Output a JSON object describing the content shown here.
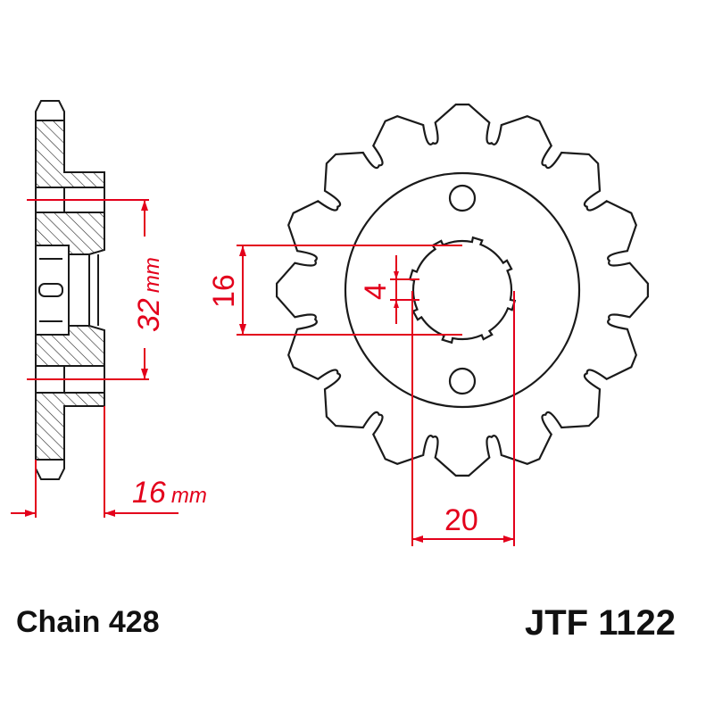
{
  "dimensions": {
    "bolt_circle": "32",
    "bolt_circle_unit": "mm",
    "width": "16",
    "width_unit": "mm",
    "spline_height": "16",
    "spline_key": "4",
    "spline_width": "20"
  },
  "footer": {
    "chain": "Chain 428",
    "part_number": "JTF 1122"
  },
  "colors": {
    "dimension": "#e3001b",
    "outline": "#1a1a1a"
  },
  "sprocket": {
    "teeth": 16
  }
}
